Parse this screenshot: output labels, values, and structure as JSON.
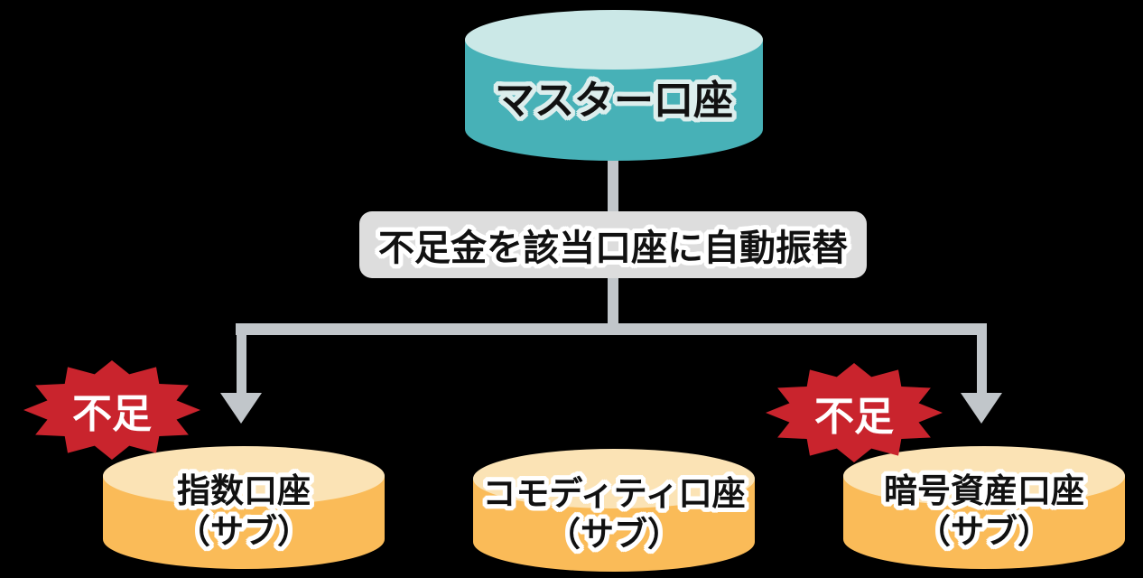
{
  "master": {
    "label": "マスター口座"
  },
  "transfer_note": {
    "label": "不足金を該当口座に自動振替"
  },
  "sub_accounts": [
    {
      "line1": "指数口座",
      "line2": "（サブ）"
    },
    {
      "line1": "コモディティ口座",
      "line2": "（サブ）"
    },
    {
      "line1": "暗号資産口座",
      "line2": "（サブ）"
    }
  ],
  "badges": [
    {
      "label": "不足"
    },
    {
      "label": "不足"
    }
  ],
  "colors": {
    "background": "#000000",
    "master_top": "#CBE8E7",
    "master_body": "#47B1B7",
    "sub_top": "#FBE3B5",
    "sub_body": "#FABB58",
    "connector": "#C1C6CA",
    "note_box": "#DDDDDD",
    "badge": "#C9242D",
    "badge_text": "#FFFFFF",
    "text": "#111111",
    "outline": "#FFFFFF",
    "master_outline": "#DCEEED"
  }
}
